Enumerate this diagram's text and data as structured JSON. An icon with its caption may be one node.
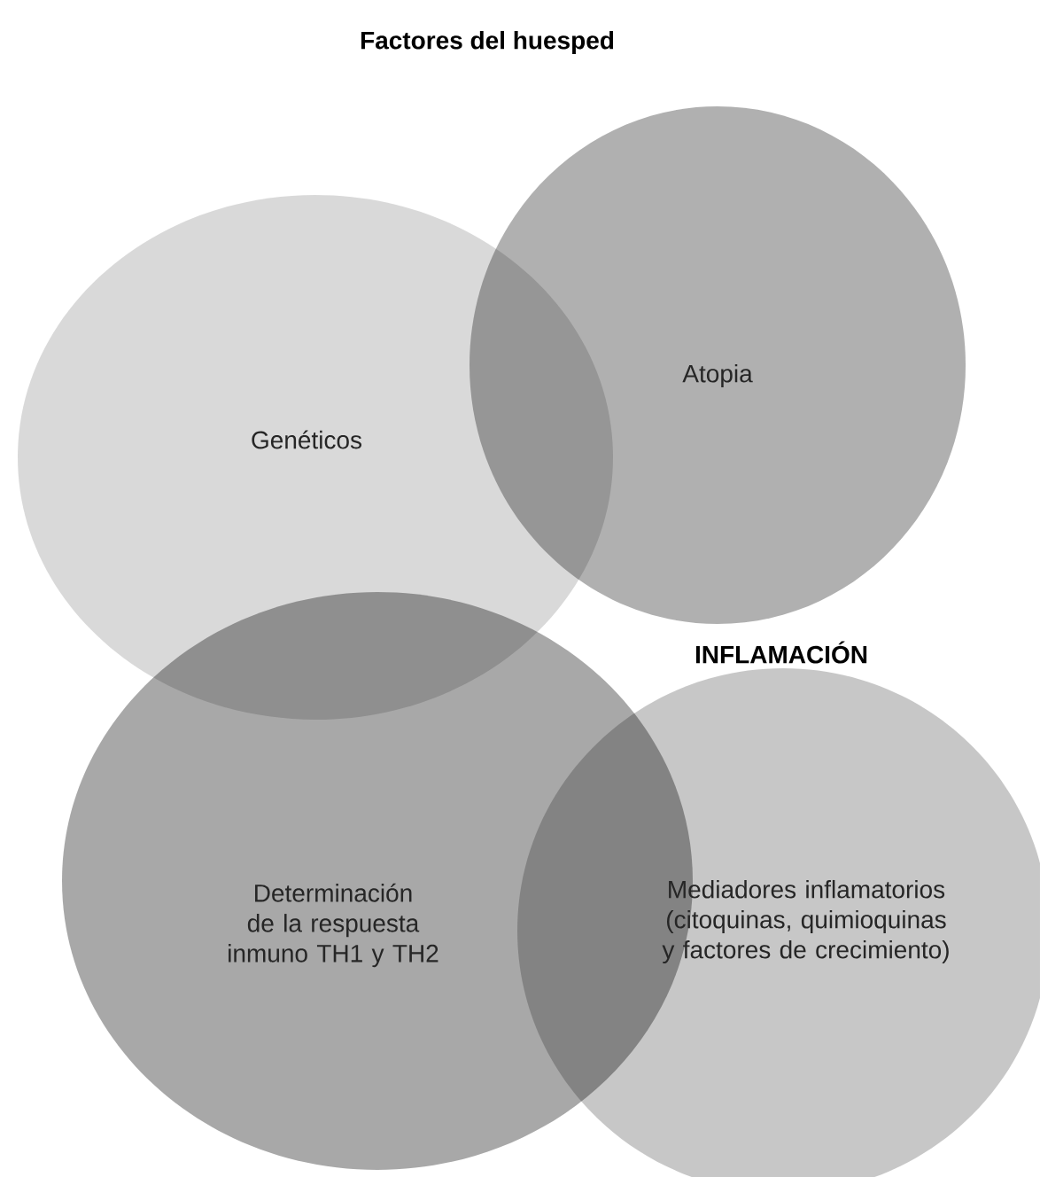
{
  "diagram": {
    "title": "Factores del huesped",
    "nodes": [
      {
        "text": [
          "Genéticos"
        ]
      },
      {
        "text": [
          "Atopia"
        ]
      },
      {
        "text": [
          "Determinación de la respuesta inmuno TH1 y TH2"
        ]
      },
      {
        "text": [
          "Mediadores inflamatorios (citoquinas, quimioquinas y factores de crecimiento)"
        ]
      }
    ],
    "labels": [
      "INFLAMACIÓN"
    ]
  }
}
